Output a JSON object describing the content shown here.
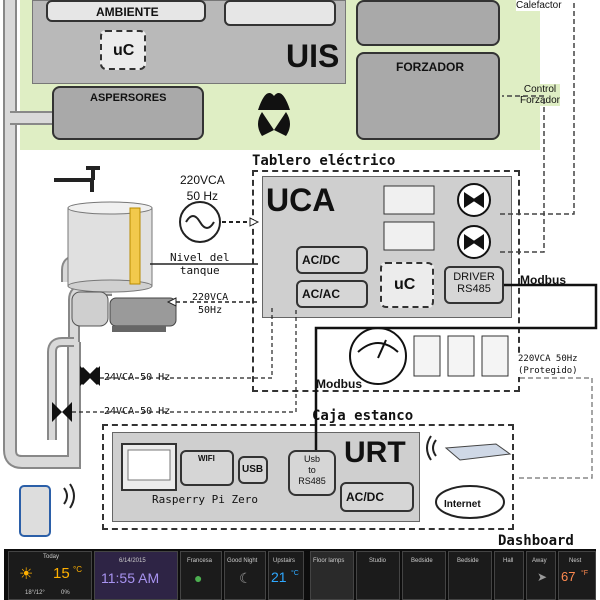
{
  "uis": {
    "title": "UIS",
    "ambiente": "AMBIENTE",
    "uc": "uC",
    "aspersores": "ASPERSORES",
    "forzador": "FORZADOR",
    "calefactor": "Calefactor",
    "control_forzador": "Control\nForzador"
  },
  "tablero": {
    "title": "Tablero eléctrico",
    "uca": "UCA",
    "acdc": "AC/DC",
    "acac": "AC/AC",
    "uc": "uC",
    "driver": "DRIVER\nRS485",
    "modbus_right": "Modbus",
    "modbus_bottom": "Modbus",
    "power_in": "220VCA\n50 Hz",
    "nivel": "Nivel del\ntanque",
    "pump_power": "220VCA\n50Hz",
    "valve1": "24VCA 50 Hz",
    "valve2": "24VCA 50 Hz",
    "protected": "220VCA 50Hz\n(Protegido)"
  },
  "caja": {
    "title": "Caja estanco",
    "urt": "URT",
    "wifi": "WIFI",
    "usb": "USB",
    "usb_rs485": "Usb\nto\nRS485",
    "acdc": "AC/DC",
    "rpi": "Rasperry Pi Zero",
    "internet": "Internet"
  },
  "dashboard": {
    "title": "Dashboard",
    "today": "Today",
    "temp": "15",
    "temp_unit": "°C",
    "minmax": "18°/12°",
    "rain": "0%",
    "date": "6/14/2015",
    "time": "11:55 AM",
    "francesa": "Francesa",
    "good_night": "Good Night",
    "upstairs": "Upstairs",
    "upstairs_temp": "21",
    "upstairs_unit": "°C",
    "floor_lamps": "Floor lamps",
    "studio": "Studio",
    "bedside1": "Bedside",
    "bedside2": "Bedside",
    "hall": "Hall",
    "away": "Away",
    "nest": "Nest",
    "nest_temp": "67",
    "nest_unit": "°F"
  },
  "colors": {
    "uis_bg": "#dfeec4",
    "pipe": "#d9d9d9",
    "ladder": "#f2c94c",
    "dash_bg": "#1b1b1b",
    "dash_accent": "#7e6bd6",
    "temp_accent": "#ffb000",
    "blue_accent": "#2ea8ff"
  }
}
